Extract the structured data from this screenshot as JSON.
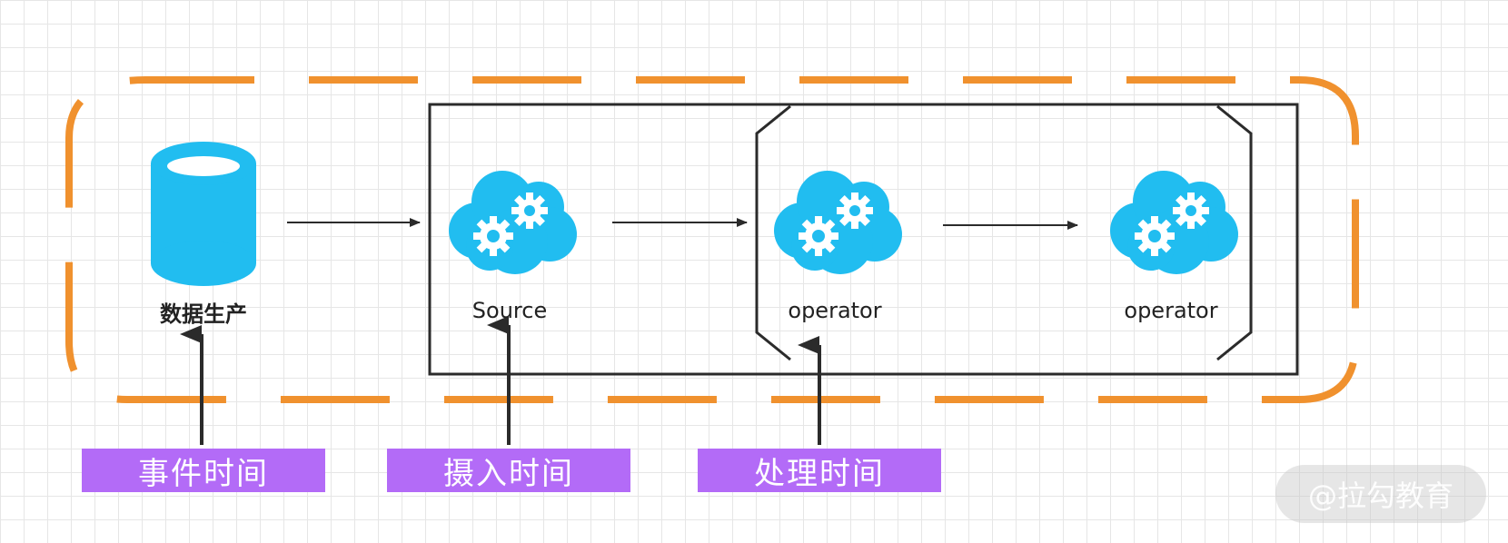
{
  "nodes": {
    "data_production": {
      "label": "数据生产",
      "icon": "database-icon"
    },
    "source": {
      "label": "Source",
      "icon": "cloud-gears-icon"
    },
    "operator_1": {
      "label": "operator",
      "icon": "cloud-gears-icon"
    },
    "operator_2": {
      "label": "operator",
      "icon": "cloud-gears-icon"
    }
  },
  "time_tags": {
    "event_time": "事件时间",
    "ingestion_time": "摄入时间",
    "processing_time": "处理时间"
  },
  "watermark": "@拉勾教育",
  "colors": {
    "icon_blue": "#21bdf0",
    "dashed_orange": "#f0912e",
    "tag_purple": "#b36bf7",
    "stroke_dark": "#2b2b2b"
  }
}
